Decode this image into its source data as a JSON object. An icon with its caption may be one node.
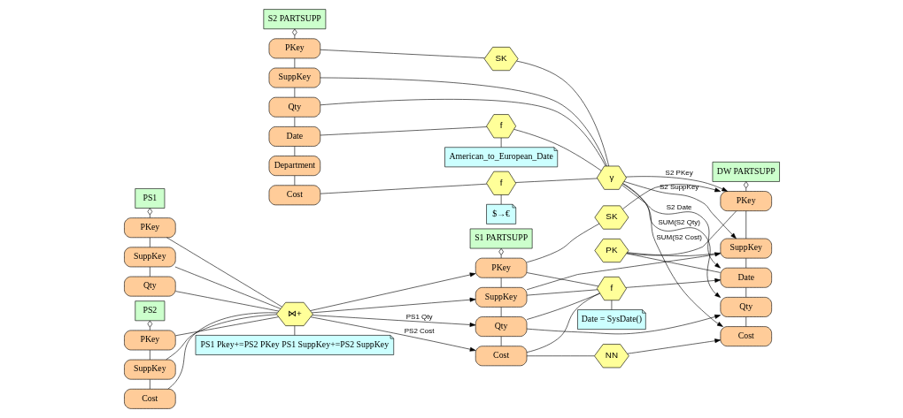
{
  "diagram": {
    "nodes": [
      {
        "text": [
          "S2 PARTSUPP"
        ]
      },
      {
        "text": [
          "PKey"
        ]
      },
      {
        "text": [
          "SuppKey"
        ]
      },
      {
        "text": [
          "Qty"
        ]
      },
      {
        "text": [
          "Date"
        ]
      },
      {
        "text": [
          "Department"
        ]
      },
      {
        "text": [
          "Cost"
        ]
      },
      {
        "text": [
          "SK"
        ]
      },
      {
        "text": [
          "f"
        ]
      },
      {
        "text": [
          "f"
        ]
      },
      {
        "text": [
          "γ"
        ]
      },
      {
        "text": [
          "DW PARTSUPP"
        ]
      },
      {
        "text": [
          "PKey"
        ]
      },
      {
        "text": [
          "SuppKey"
        ]
      },
      {
        "text": [
          "Date"
        ]
      },
      {
        "text": [
          "Qty"
        ]
      },
      {
        "text": [
          "Cost"
        ]
      },
      {
        "text": [
          "PK"
        ]
      },
      {
        "text": [
          "SK"
        ]
      },
      {
        "text": [
          "f"
        ]
      },
      {
        "text": [
          "NN"
        ]
      },
      {
        "text": [
          "S1 PARTSUPP"
        ]
      },
      {
        "text": [
          "PKey"
        ]
      },
      {
        "text": [
          "SuppKey"
        ]
      },
      {
        "text": [
          "Qty"
        ]
      },
      {
        "text": [
          "Cost"
        ]
      },
      {
        "text": [
          "⋈+"
        ]
      },
      {
        "text": [
          "PS1"
        ]
      },
      {
        "text": [
          "PKey"
        ]
      },
      {
        "text": [
          "SuppKey"
        ]
      },
      {
        "text": [
          "Qty"
        ]
      },
      {
        "text": [
          "PS2"
        ]
      },
      {
        "text": [
          "PKey"
        ]
      },
      {
        "text": [
          "SuppKey"
        ]
      },
      {
        "text": [
          "Cost"
        ]
      },
      {
        "text": [
          "$→€"
        ]
      },
      {
        "text": [
          "American_to_European_Date"
        ]
      },
      {
        "text": [
          "Date = SysDate()"
        ]
      },
      {
        "text": [
          "PS1 Pkey+=PS2 PKey PS1 SuppKey+=PS2 SuppKey"
        ]
      }
    ],
    "edges": [
      {
        "from": 0,
        "to": 1,
        "arrow": "other"
      },
      {
        "from": 1,
        "to": 2,
        "arrow": "none"
      },
      {
        "from": 2,
        "to": 3,
        "arrow": "none"
      },
      {
        "from": 3,
        "to": 4,
        "arrow": "none"
      },
      {
        "from": 4,
        "to": 5,
        "arrow": "none"
      },
      {
        "from": 5,
        "to": 6,
        "arrow": "none"
      },
      {
        "from": 1,
        "to": 7,
        "arrow": "none"
      },
      {
        "from": 7,
        "to": 10,
        "arrow": "none"
      },
      {
        "from": 2,
        "to": 10,
        "arrow": "none"
      },
      {
        "from": 3,
        "to": 10,
        "arrow": "none"
      },
      {
        "from": 4,
        "to": 8,
        "arrow": "none"
      },
      {
        "from": 8,
        "to": 10,
        "arrow": "none"
      },
      {
        "from": 6,
        "to": 9,
        "arrow": "none"
      },
      {
        "from": 9,
        "to": 10,
        "arrow": "none"
      },
      {
        "from": 10,
        "to": 12,
        "arrow": "to",
        "label": "S2 PKey"
      },
      {
        "from": 10,
        "to": 13,
        "arrow": "to",
        "label": "S2 SuppKey"
      },
      {
        "from": 10,
        "to": 14,
        "arrow": "to",
        "label": "S2 Date"
      },
      {
        "from": 10,
        "to": 15,
        "arrow": "to",
        "label": "SUM(S2 Qty)"
      },
      {
        "from": 10,
        "to": 16,
        "arrow": "to",
        "label": "SUM(S2 Cost)"
      },
      {
        "from": 11,
        "to": 12,
        "arrow": "other"
      },
      {
        "from": 12,
        "to": 13,
        "arrow": "none"
      },
      {
        "from": 13,
        "to": 14,
        "arrow": "none"
      },
      {
        "from": 14,
        "to": 15,
        "arrow": "none"
      },
      {
        "from": 15,
        "to": 16,
        "arrow": "none"
      },
      {
        "from": 17,
        "to": 12,
        "arrow": "none"
      },
      {
        "from": 17,
        "to": 13,
        "arrow": "none"
      },
      {
        "from": 17,
        "to": 14,
        "arrow": "none"
      },
      {
        "from": 22,
        "to": 18,
        "arrow": "none"
      },
      {
        "from": 18,
        "to": 12,
        "arrow": "to"
      },
      {
        "from": 23,
        "to": 13,
        "arrow": "to"
      },
      {
        "from": 19,
        "to": 14,
        "arrow": "to"
      },
      {
        "from": 24,
        "to": 15,
        "arrow": "to"
      },
      {
        "from": 25,
        "to": 20,
        "arrow": "none"
      },
      {
        "from": 20,
        "to": 16,
        "arrow": "to"
      },
      {
        "from": 22,
        "to": 19,
        "arrow": "none"
      },
      {
        "from": 23,
        "to": 19,
        "arrow": "none"
      },
      {
        "from": 24,
        "to": 19,
        "arrow": "none"
      },
      {
        "from": 25,
        "to": 19,
        "arrow": "none"
      },
      {
        "from": 21,
        "to": 22,
        "arrow": "other"
      },
      {
        "from": 22,
        "to": 23,
        "arrow": "none"
      },
      {
        "from": 23,
        "to": 24,
        "arrow": "none"
      },
      {
        "from": 24,
        "to": 25,
        "arrow": "none"
      },
      {
        "from": 26,
        "to": 22,
        "arrow": "to"
      },
      {
        "from": 26,
        "to": 23,
        "arrow": "to"
      },
      {
        "from": 26,
        "to": 24,
        "arrow": "to",
        "label": "PS1 Qty"
      },
      {
        "from": 26,
        "to": 25,
        "arrow": "to",
        "label": "PS2 Cost"
      },
      {
        "from": 28,
        "to": 26,
        "arrow": "none"
      },
      {
        "from": 29,
        "to": 26,
        "arrow": "none"
      },
      {
        "from": 30,
        "to": 26,
        "arrow": "none"
      },
      {
        "from": 32,
        "to": 26,
        "arrow": "none"
      },
      {
        "from": 33,
        "to": 26,
        "arrow": "none"
      },
      {
        "from": 34,
        "to": 26,
        "arrow": "none"
      },
      {
        "from": 27,
        "to": 28,
        "arrow": "other"
      },
      {
        "from": 28,
        "to": 29,
        "arrow": "none"
      },
      {
        "from": 29,
        "to": 30,
        "arrow": "none"
      },
      {
        "from": 31,
        "to": 32,
        "arrow": "other"
      },
      {
        "from": 32,
        "to": 33,
        "arrow": "none"
      },
      {
        "from": 33,
        "to": 34,
        "arrow": "none"
      },
      {
        "from": 9,
        "to": 35,
        "arrow": "none"
      },
      {
        "from": 8,
        "to": 36,
        "arrow": "none"
      },
      {
        "from": 19,
        "to": 37,
        "arrow": "none"
      },
      {
        "from": 26,
        "to": 38,
        "arrow": "none"
      }
    ]
  }
}
